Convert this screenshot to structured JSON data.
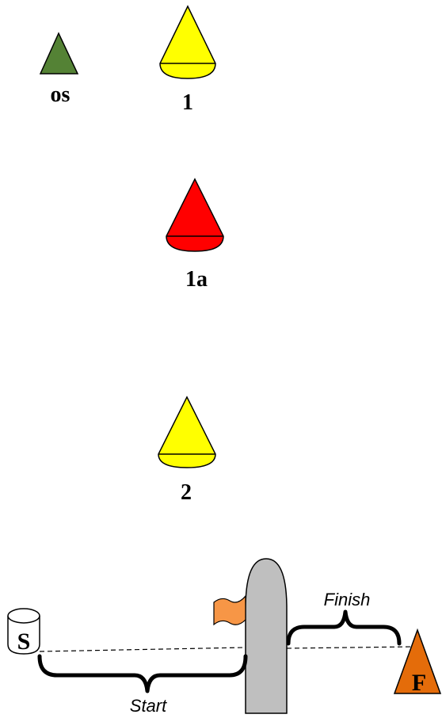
{
  "buoys": {
    "os": {
      "label": "os",
      "color": "#548235"
    },
    "b1": {
      "label": "1",
      "color": "#ffff00"
    },
    "b1a": {
      "label": "1a",
      "color": "#ff0000"
    },
    "b2": {
      "label": "2",
      "color": "#ffff00"
    }
  },
  "start_mark": {
    "letter": "S"
  },
  "finish_mark": {
    "letter": "F",
    "color": "#e46c0a"
  },
  "committee_boat": {
    "color": "#bfbfbf",
    "flag_color": "#f79646"
  },
  "lines": {
    "start_label": "Start",
    "finish_label": "Finish"
  }
}
